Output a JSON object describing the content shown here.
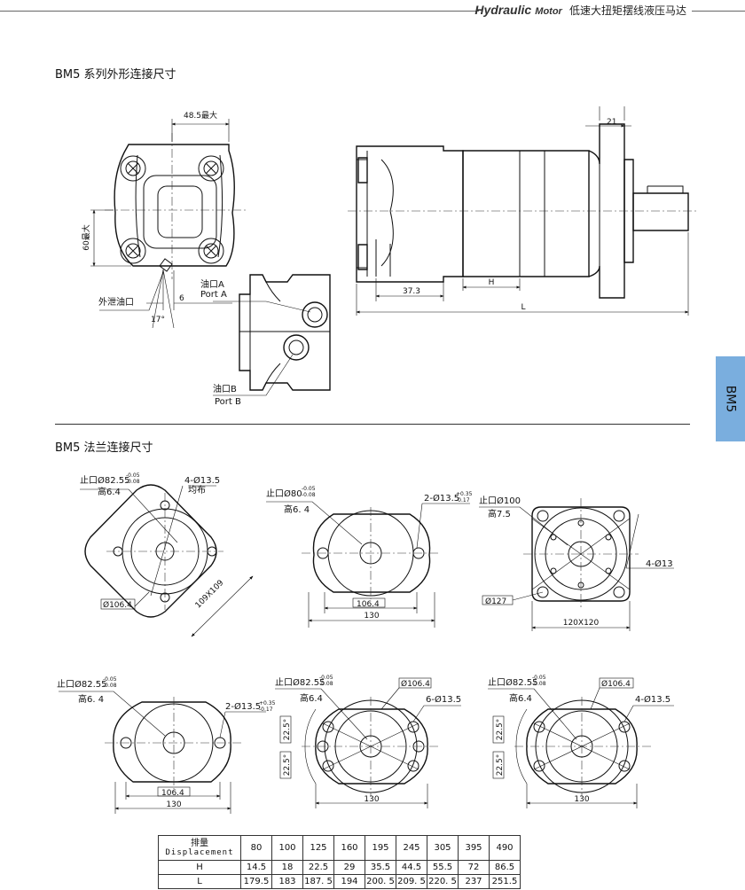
{
  "header": {
    "brand": "Hydraulic",
    "brand_sub": "Motor",
    "title_cn": "低速大扭矩摆线液压马达"
  },
  "side_tab": {
    "label": "BM5"
  },
  "section1": {
    "title": "BM5 系列外形连接尺寸",
    "front_view": {
      "dim_width": "48.5最大",
      "dim_height": "60最大",
      "dim_six": "6",
      "angle": "17°",
      "drain_label": "外泄油口"
    },
    "port_view": {
      "port_a_cn": "油口A",
      "port_a_en": "Port A",
      "port_b_cn": "油口B",
      "port_b_en": "Port B"
    },
    "side_view": {
      "dim_21": "21",
      "dim_373": "37.3",
      "dim_h": "H",
      "dim_l": "L"
    }
  },
  "section2": {
    "title": "BM5 法兰连接尺寸",
    "flanges": [
      {
        "pilot": "止口Ø82.55",
        "pilot_tol_up": "-0.05",
        "pilot_tol_dn": "-0.08",
        "height": "高6.4",
        "holes": "4-Ø13.5",
        "holes2": "均布",
        "bcd": "Ø106.4",
        "square": "109X109"
      },
      {
        "pilot": "止口Ø80",
        "pilot_tol_up": "-0.05",
        "pilot_tol_dn": "-0.08",
        "height": "高6. 4",
        "holes": "2-Ø13.5",
        "holes_tol_up": "+0.35",
        "holes_tol_dn": "-0.17",
        "bcd": "106.4",
        "width": "130"
      },
      {
        "pilot": "止口Ø100",
        "height": "高7.5",
        "holes": "4-Ø13",
        "bcd": "Ø127",
        "square": "120X120"
      },
      {
        "pilot": "止口Ø82.55",
        "pilot_tol_up": "-0.05",
        "pilot_tol_dn": "-0.08",
        "height": "高6. 4",
        "holes": "2-Ø13.5",
        "holes_tol_up": "+0.35",
        "holes_tol_dn": "-0.17",
        "bcd": "106.4",
        "width": "130"
      },
      {
        "pilot": "止口Ø82.55",
        "pilot_tol_up": "-0.05",
        "pilot_tol_dn": "-0.08",
        "height": "高6.4",
        "holes": "6-Ø13.5",
        "bcd": "Ø106.4",
        "angle1": "22.5°",
        "angle2": "22.5°",
        "width": "130"
      },
      {
        "pilot": "止口Ø82.55",
        "pilot_tol_up": "-0.05",
        "pilot_tol_dn": "-0.08",
        "height": "高6.4",
        "holes": "4-Ø13.5",
        "bcd": "Ø106.4",
        "angle1": "22.5°",
        "angle2": "22.5°",
        "width": "130"
      }
    ]
  },
  "table": {
    "header_cn": "排量",
    "header_en": "Displacement",
    "displacements": [
      "80",
      "100",
      "125",
      "160",
      "195",
      "245",
      "305",
      "395",
      "490"
    ],
    "rows": [
      {
        "label": "H",
        "values": [
          "14.5",
          "18",
          "22.5",
          "29",
          "35.5",
          "44.5",
          "55.5",
          "72",
          "86.5"
        ]
      },
      {
        "label": "L",
        "values": [
          "179.5",
          "183",
          "187. 5",
          "194",
          "200. 5",
          "209. 5",
          "220. 5",
          "237",
          "251.5"
        ]
      }
    ]
  }
}
